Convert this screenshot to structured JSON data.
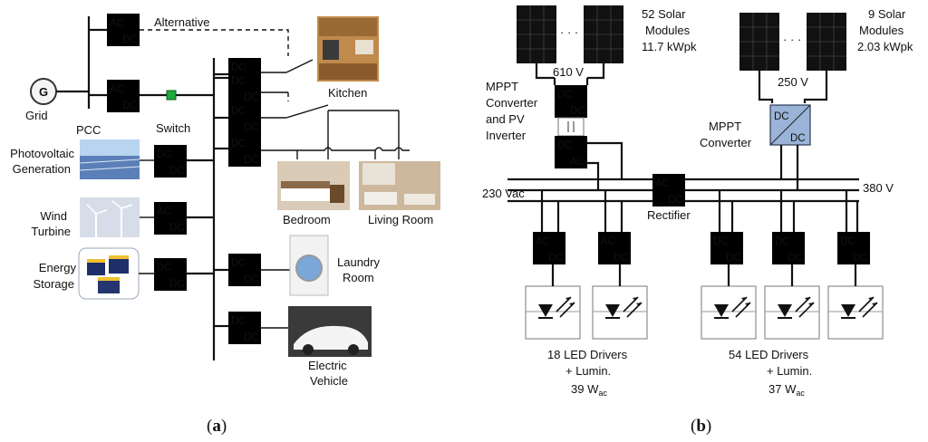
{
  "panel_a": {
    "grid_label": "Grid",
    "grid_symbol": "G",
    "pcc_label": "PCC",
    "switch_label": "Switch",
    "alternative_label": "Alternative",
    "pv_label_1": "Photovoltaic",
    "pv_label_2": "Generation",
    "wind_label_1": "Wind",
    "wind_label_2": "Turbine",
    "storage_label_1": "Energy",
    "storage_label_2": "Storage",
    "kitchen_label": "Kitchen",
    "bedroom_label": "Bedroom",
    "living_label": "Living Room",
    "laundry_label_1": "Laundry",
    "laundry_label_2": "Room",
    "ev_label_1": "Electric",
    "ev_label_2": "Vehicle",
    "panel_label": "a"
  },
  "panel_b": {
    "solar_left_1": "52 Solar",
    "solar_left_2": "Modules",
    "solar_left_3": "11.7 kWpk",
    "solar_right_1": "9 Solar",
    "solar_right_2": "Modules",
    "solar_right_3": "2.03 kWpk",
    "dots": "· · ·",
    "v610": "610 V",
    "v250": "250 V",
    "mppt_pv_1": "MPPT",
    "mppt_pv_2": "Converter",
    "mppt_pv_3": "and PV",
    "mppt_pv_4": "Inverter",
    "mppt_right_1": "MPPT",
    "mppt_right_2": "Converter",
    "vac230": "230 Vac",
    "v380": "380 V",
    "rectifier": "Rectifier",
    "led18_1": "18 LED Drivers",
    "led18_2": "+ Lumin.",
    "led18_3": "39 W",
    "led54_1": "54 LED Drivers",
    "led54_2": "+ Lumin.",
    "led54_3": "37 W",
    "ac_sub": "ac",
    "panel_label": "b"
  },
  "converter_labels": {
    "dc": "DC",
    "ac": "AC"
  },
  "colors": {
    "dc_dc": "#9bb3d7",
    "ac_dc_grid": "#d9796c",
    "ac_dc_load": "#b7d89a",
    "switch": "#1faa3c"
  }
}
